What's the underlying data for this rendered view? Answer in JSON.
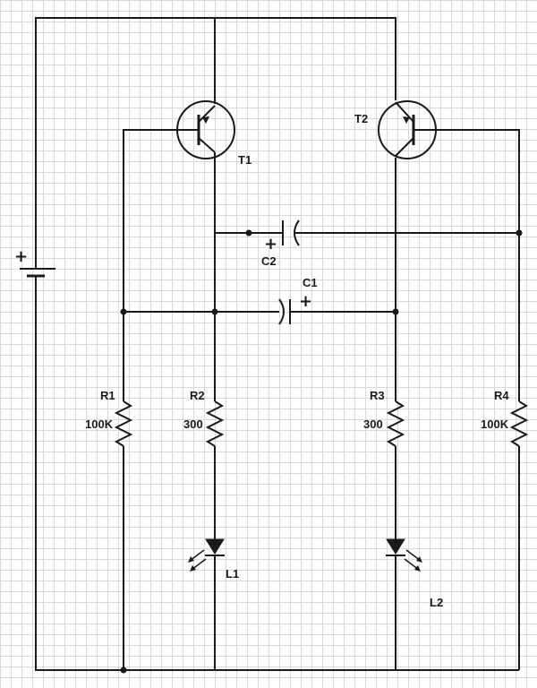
{
  "components": {
    "transistors": [
      {
        "id": "T1",
        "label": "T1"
      },
      {
        "id": "T2",
        "label": "T2"
      }
    ],
    "capacitors": [
      {
        "id": "C1",
        "label": "C1",
        "polarity_mark": "+"
      },
      {
        "id": "C2",
        "label": "C2",
        "polarity_mark": "+"
      }
    ],
    "resistors": [
      {
        "id": "R1",
        "label": "R1",
        "value": "100K"
      },
      {
        "id": "R2",
        "label": "R2",
        "value": "300"
      },
      {
        "id": "R3",
        "label": "R3",
        "value": "300"
      },
      {
        "id": "R4",
        "label": "R4",
        "value": "100K"
      }
    ],
    "leds": [
      {
        "id": "L1",
        "label": "L1"
      },
      {
        "id": "L2",
        "label": "L2"
      }
    ],
    "battery": {
      "polarity_mark": "+"
    }
  },
  "colors": {
    "wire": "#1a1a1a",
    "grid": "#d9d9d9",
    "background": "#ffffff"
  }
}
